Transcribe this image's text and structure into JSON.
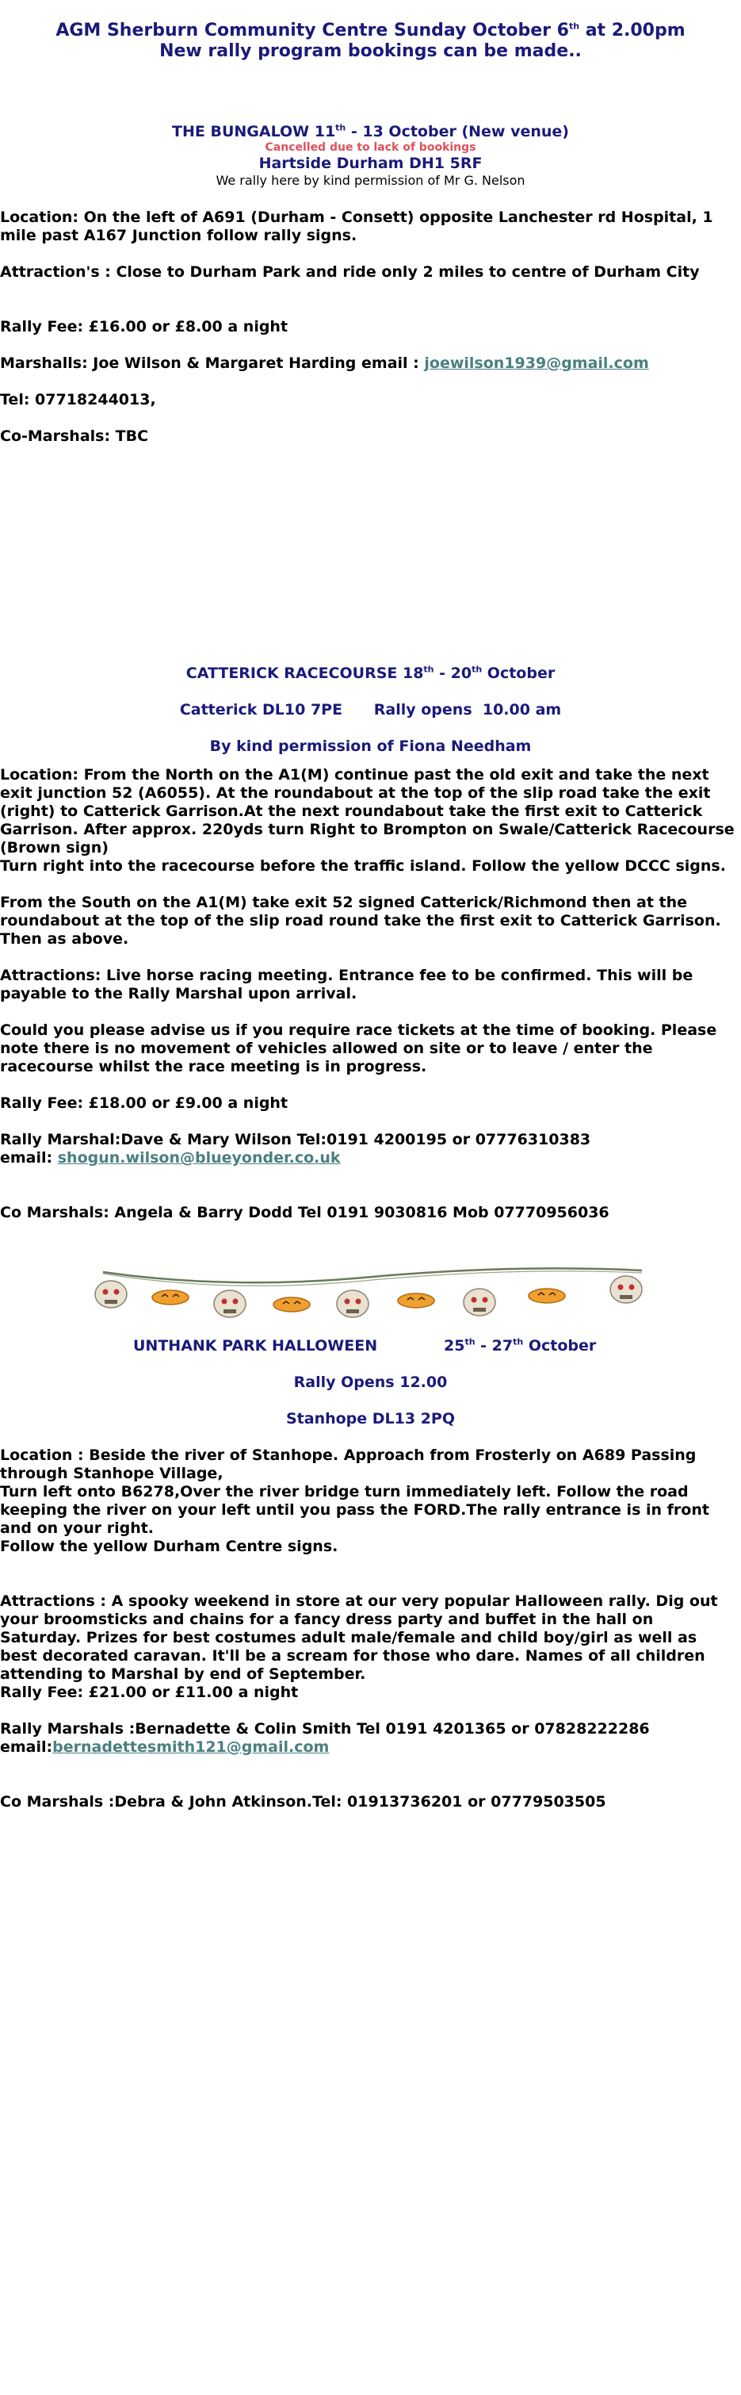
{
  "header": {
    "line1_pre": "AGM Sherburn Community Centre Sunday October 6",
    "line1_sup": "th",
    "line1_post": "  at 2.00pm",
    "line2": "New rally program bookings can be made.."
  },
  "bungalow": {
    "title_pre": "THE BUNGALOW  11",
    "title_sup": "th",
    "title_post": " - 13 October  (New venue)",
    "cancelled": "Cancelled due to lack of bookings",
    "address": "Hartside Durham DH1 5RF",
    "permission": "We rally here by kind permission of Mr G. Nelson",
    "location": "Location: On the left of A691 (Durham - Consett) opposite Lanchester rd Hospital, 1 mile past A167 Junction follow rally signs.",
    "attractions": "Attraction's : Close to Durham Park and ride only 2 miles to centre of Durham City",
    "fee": "Rally Fee: £16.00 or £8.00 a night",
    "marshals_pre": "Marshalls: Joe Wilson & Margaret Harding email : ",
    "marshals_email": "joewilson1939@gmail.com",
    "tel": "Tel: 07718244013,",
    "co_marshals": "Co-Marshals: TBC"
  },
  "catterick": {
    "title_pre": "CATTERICK RACECOURSE  18",
    "title_sup1": "th",
    "title_mid": "  - 20",
    "title_sup2": "th",
    "title_post": "   October",
    "address_line": "Catterick DL10 7PE      Rally opens  10.00 am",
    "permission": "By kind permission of Fiona Needham",
    "location_north": "Location: From the North on the A1(M) continue past the old exit and take the next exit junction 52 (A6055). At the roundabout at the top of the slip road take the exit (right) to Catterick Garrison.At the next roundabout take the first exit to Catterick Garrison. After approx. 220yds turn Right to Brompton on Swale/Catterick Racecourse (Brown sign)",
    "location_north2": "Turn right into the racecourse before the traffic island. Follow the yellow DCCC signs.",
    "location_south": "From the South on the A1(M) take exit 52 signed Catterick/Richmond then at the roundabout at the top of the slip road round take the first exit to Catterick Garrison. Then as above.",
    "attractions": "Attractions: Live horse racing meeting. Entrance fee to be confirmed. This will be payable to the Rally Marshal upon arrival.",
    "advise": "Could you please advise us if you require race tickets at the time of booking.  Please note there is no movement of vehicles allowed on site or to leave / enter the racecourse  whilst the race meeting is in progress.",
    "fee": "Rally Fee: £18.00 or £9.00  a night",
    "marshal": "Rally Marshal:Dave & Mary Wilson Tel:0191 4200195 or 07776310383",
    "email_label": "email: ",
    "email": "shogun.wilson@blueyonder.co.uk",
    "co_marshals": "Co Marshals: Angela & Barry Dodd Tel 0191 9030816 Mob 07770956036"
  },
  "unthank": {
    "title_left": "UNTHANK PARK  HALLOWEEN",
    "title_right_pre": "25",
    "title_right_sup1": "th",
    "title_right_mid": "  - 27",
    "title_right_sup2": "th",
    "title_right_post": "  October",
    "opens": "Rally Opens 12.00",
    "address": "Stanhope DL13 2PQ",
    "location1": "Location : Beside the river of Stanhope. Approach from Frosterly on A689 Passing through Stanhope Village,",
    "location2": "Turn left onto B6278,Over the river bridge turn immediately left. Follow the road keeping the river on your left until you pass the FORD.The rally entrance is in front and on your right.",
    "location3": "Follow the yellow Durham Centre signs.",
    "attractions": "Attractions : A spooky weekend in store at our very popular Halloween rally. Dig out your broomsticks and chains for a fancy dress party and buffet in the hall on Saturday. Prizes for best costumes adult male/female and child boy/girl as well as best decorated caravan. It'll be a scream for those who dare. Names of all children attending to Marshal by end of September.",
    "fee": "Rally Fee: £21.00 or £11.00  a night",
    "marshals": "Rally Marshals :Bernadette & Colin Smith Tel 0191 4201365  or  07828222286",
    "email_label": "email:",
    "email": "bernadettesmith121@gmail.com",
    "co_marshals": "Co Marshals :Debra & John Atkinson.Tel: 01913736201 or 07779503505"
  },
  "colors": {
    "navy": "#1a1a7a",
    "red": "#e0505a",
    "link": "#4a7f80"
  }
}
